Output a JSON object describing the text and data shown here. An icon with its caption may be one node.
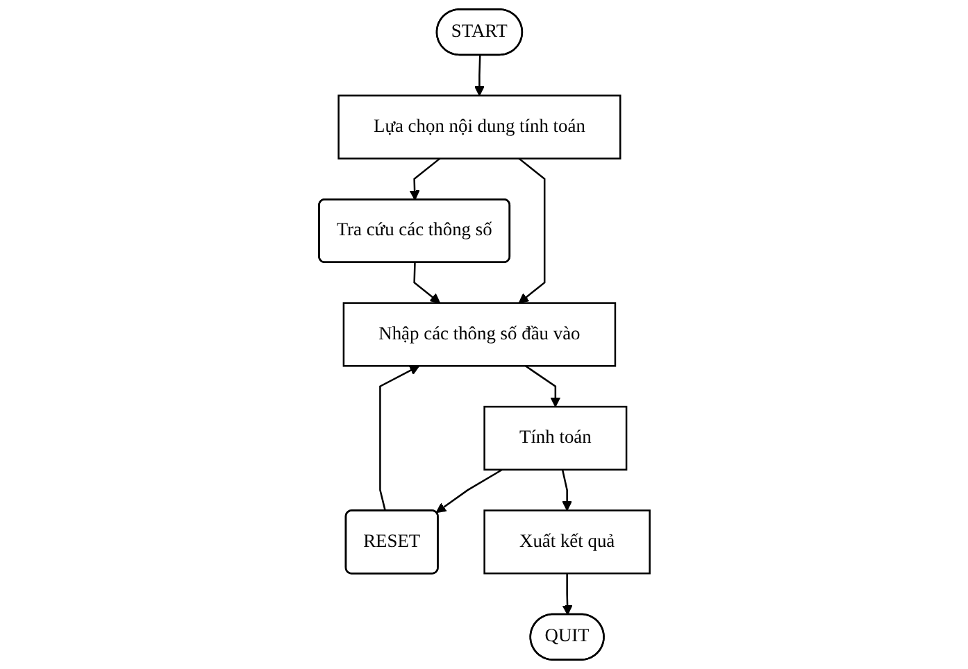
{
  "diagram": {
    "nodes": [
      {
        "text": [
          "START"
        ]
      },
      {
        "text": [
          "Lựa chọn nội dung tính toán"
        ]
      },
      {
        "text": [
          "Tra cứu các thông số"
        ]
      },
      {
        "text": [
          "Nhập các thông số đầu vào"
        ]
      },
      {
        "text": [
          "RESET"
        ]
      },
      {
        "text": [
          "Tính toán"
        ]
      },
      {
        "text": [
          "Xuất kết quả"
        ]
      },
      {
        "text": [
          "QUIT"
        ]
      }
    ],
    "edges": [
      {
        "from": 0,
        "to": 1,
        "arrow": "to"
      },
      {
        "from": 1,
        "to": 2,
        "arrow": "to"
      },
      {
        "from": 1,
        "to": 3,
        "arrow": "to"
      },
      {
        "from": 2,
        "to": 3,
        "arrow": "to"
      },
      {
        "from": 4,
        "to": 3,
        "arrow": "to"
      },
      {
        "from": 3,
        "to": 5,
        "arrow": "to"
      },
      {
        "from": 5,
        "to": 4,
        "arrow": "to"
      },
      {
        "from": 5,
        "to": 6,
        "arrow": "to"
      },
      {
        "from": 6,
        "to": 7,
        "arrow": "to"
      }
    ]
  }
}
